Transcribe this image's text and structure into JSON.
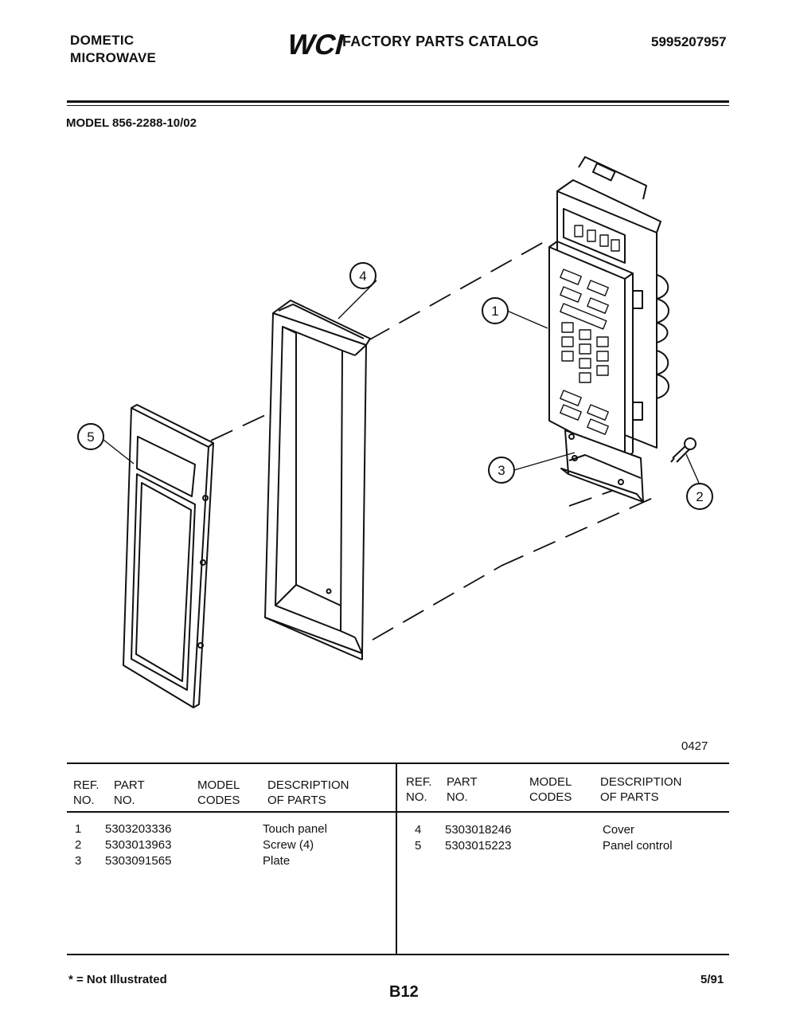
{
  "header": {
    "brand_line1": "DOMETIC",
    "brand_line2": "MICROWAVE",
    "logo_text": "WCI",
    "catalog_title": "FACTORY PARTS CATALOG",
    "catalog_number": "5995207957"
  },
  "model_line": "MODEL 856-2288-10/02",
  "diagram": {
    "callouts": [
      "1",
      "2",
      "3",
      "4",
      "5"
    ],
    "drawing_code": "0427"
  },
  "parts_table": {
    "headers": {
      "ref_line1": "REF.",
      "ref_line2": "NO.",
      "part_line1": "PART",
      "part_line2": "NO.",
      "model_line1": "MODEL",
      "model_line2": "CODES",
      "desc_line1": "DESCRIPTION",
      "desc_line2": "OF PARTS"
    },
    "left_rows": [
      {
        "ref": "1",
        "part": "5303203336",
        "codes": "",
        "desc": "Touch panel"
      },
      {
        "ref": "2",
        "part": "5303013963",
        "codes": "",
        "desc": "Screw (4)"
      },
      {
        "ref": "3",
        "part": "5303091565",
        "codes": "",
        "desc": "Plate"
      }
    ],
    "right_rows": [
      {
        "ref": "4",
        "part": "5303018246",
        "codes": "",
        "desc": "Cover"
      },
      {
        "ref": "5",
        "part": "5303015223",
        "codes": "",
        "desc": "Panel control"
      }
    ]
  },
  "footer": {
    "note": "* = Not Illustrated",
    "page": "B12",
    "date": "5/91"
  }
}
